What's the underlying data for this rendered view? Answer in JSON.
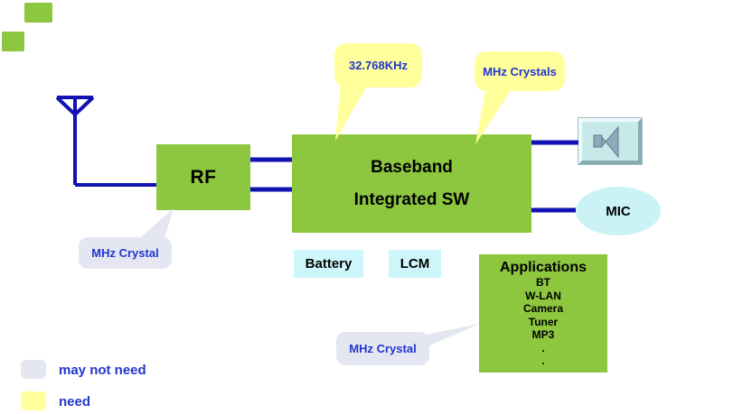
{
  "colors": {
    "block_green": "#8DC63F",
    "connector_blue": "#1111B4",
    "callout_yellow": "#FFFF9C",
    "callout_gray": "#E4E7F1",
    "callout_text_blue": "#2236CC",
    "cyan_box": "#CDF6FA",
    "mic_fill": "#CBF3F6",
    "speaker_face": "#C7E9EA",
    "speaker_glyph": "#8FA9BA"
  },
  "blocks": {
    "rf": {
      "label": "RF"
    },
    "baseband": {
      "line1": "Baseband",
      "line2": "Integrated SW"
    },
    "battery": {
      "label": "Battery"
    },
    "lcm": {
      "label": "LCM"
    },
    "mic": {
      "label": "MIC"
    },
    "applications": {
      "title": "Applications",
      "items": [
        "BT",
        "W-LAN",
        "Camera",
        "Tuner",
        "MP3",
        ".",
        "."
      ]
    }
  },
  "callouts": {
    "khz32": {
      "label": "32.768KHz"
    },
    "mhz_crystals": {
      "label": "MHz Crystals"
    },
    "mhz_crystal_rf": {
      "label": "MHz Crystal"
    },
    "mhz_crystal_apps": {
      "label": "MHz Crystal"
    }
  },
  "legend": {
    "may_not_need": "may not need",
    "need": "need"
  }
}
